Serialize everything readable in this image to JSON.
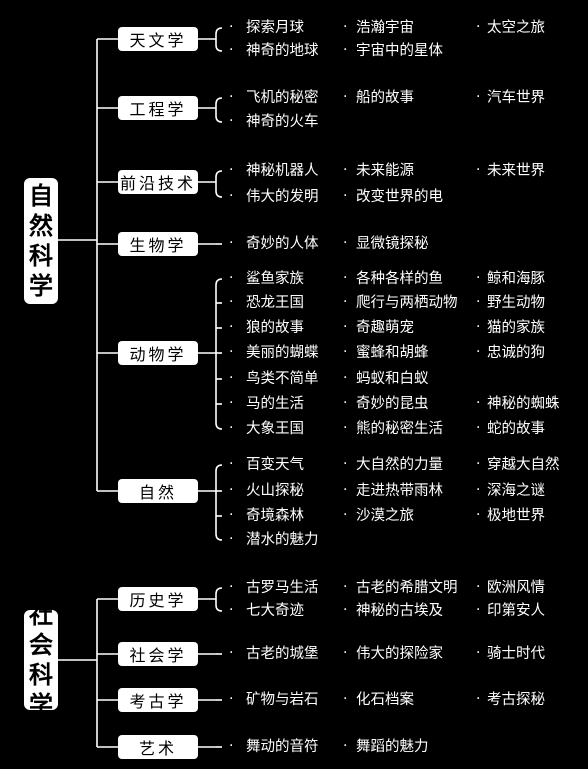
{
  "roots": [
    {
      "id": "natural",
      "title": "自然科学",
      "categories": [
        {
          "name": "天文学",
          "rows": [
            [
              "探索月球",
              "浩瀚宇宙",
              "太空之旅"
            ],
            [
              "神奇的地球",
              "宇宙中的星体"
            ]
          ]
        },
        {
          "name": "工程学",
          "rows": [
            [
              "飞机的秘密",
              "船的故事",
              "汽车世界"
            ],
            [
              "神奇的火车"
            ]
          ]
        },
        {
          "name": "前沿技术",
          "rows": [
            [
              "神秘机器人",
              "未来能源",
              "未来世界"
            ],
            [
              "伟大的发明",
              "改变世界的电"
            ]
          ]
        },
        {
          "name": "生物学",
          "rows": [
            [
              "奇妙的人体",
              "显微镜探秘"
            ]
          ]
        },
        {
          "name": "动物学",
          "rows": [
            [
              "鲨鱼家族",
              "各种各样的鱼",
              "鲸和海豚"
            ],
            [
              "恐龙王国",
              "爬行与两栖动物",
              "野生动物"
            ],
            [
              "狼的故事",
              "奇趣萌宠",
              "猫的家族"
            ],
            [
              "美丽的蝴蝶",
              "蜜蜂和胡蜂",
              "忠诚的狗"
            ],
            [
              "鸟类不简单",
              "蚂蚁和白蚁"
            ],
            [
              "马的生活",
              "奇妙的昆虫",
              "神秘的蜘蛛"
            ],
            [
              "大象王国",
              "熊的秘密生活",
              "蛇的故事"
            ]
          ]
        },
        {
          "name": "自然",
          "rows": [
            [
              "百变天气",
              "大自然的力量",
              "穿越大自然"
            ],
            [
              "火山探秘",
              "走进热带雨林",
              "深海之谜"
            ],
            [
              "奇境森林",
              "沙漠之旅",
              "极地世界"
            ],
            [
              "潜水的魅力"
            ]
          ]
        }
      ]
    },
    {
      "id": "social",
      "title": "社会科学",
      "categories": [
        {
          "name": "历史学",
          "rows": [
            [
              "古罗马生活",
              "古老的希腊文明",
              "欧洲风情"
            ],
            [
              "七大奇迹",
              "神秘的古埃及",
              "印第安人"
            ]
          ]
        },
        {
          "name": "社会学",
          "rows": [
            [
              "古老的城堡",
              "伟大的探险家",
              "骑士时代"
            ]
          ]
        },
        {
          "name": "考古学",
          "rows": [
            [
              "矿物与岩石",
              "化石档案",
              "考古探秘"
            ]
          ]
        },
        {
          "name": "艺术",
          "rows": [
            [
              "舞动的音符",
              "舞蹈的魅力"
            ]
          ]
        }
      ]
    }
  ]
}
